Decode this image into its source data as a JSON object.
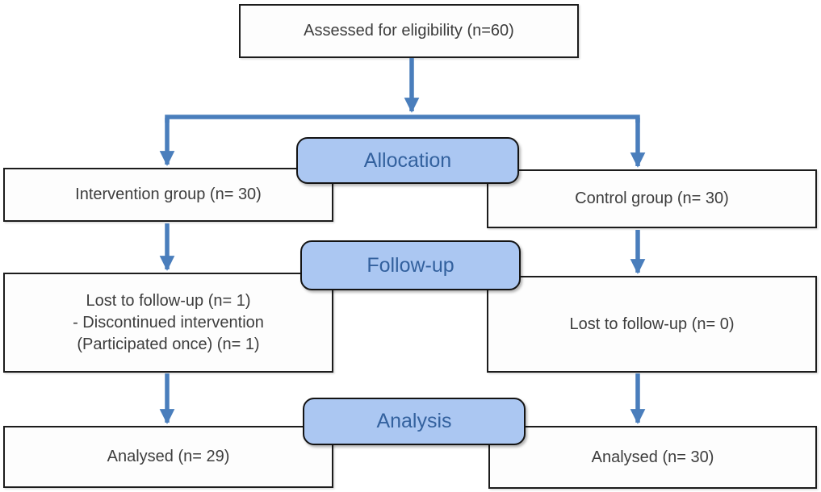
{
  "boxes": {
    "assessed": {
      "label": "Assessed for eligibility (n=60)"
    },
    "intervention": {
      "label": "Intervention group (n= 30)"
    },
    "control": {
      "label": "Control group (n= 30)"
    },
    "followup_left": {
      "lines": [
        "Lost to follow-up (n= 1)",
        "- Discontinued intervention",
        "(Participated once) (n= 1)"
      ]
    },
    "followup_right": {
      "label": "Lost to follow-up (n= 0)"
    },
    "analysed_left": {
      "label": "Analysed (n= 29)"
    },
    "analysed_right": {
      "label": "Analysed (n= 30)"
    }
  },
  "stage_labels": {
    "allocation": "Allocation",
    "followup": "Follow-up",
    "analysis": "Analysis"
  },
  "colors": {
    "arrow_blue": "#4a7ebc",
    "stage_fill": "#abc7f2",
    "stage_text": "#33619e",
    "box_border": "#1c1c1c",
    "box_text": "#3d3d3d"
  }
}
